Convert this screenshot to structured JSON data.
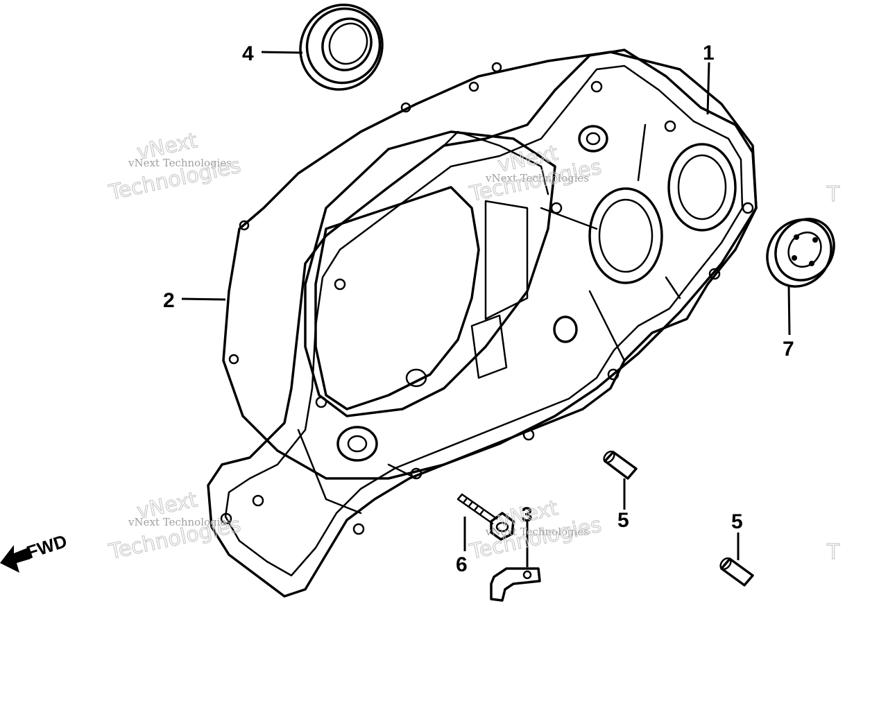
{
  "callouts": {
    "c1": "1",
    "c2": "2",
    "c3": "3",
    "c4": "4",
    "c5a": "5",
    "c5b": "5",
    "c6": "6",
    "c7": "7"
  },
  "direction_label": "FWD",
  "watermarks": {
    "small_1": "vNext Technologies",
    "small_2": "vNext Technologies",
    "small_3": "vNext Technologies",
    "small_4": "vNext Technologies",
    "big_1_line1": "vNext",
    "big_1_line2": "Technologies",
    "big_2_line1": "vNext",
    "big_2_line2": "Technologies",
    "big_3_line1": "vNext",
    "big_3_line2": "Technologies",
    "big_4_line1": "vNext",
    "big_4_line2": "Technologies",
    "edge_1": "T",
    "edge_2": "T"
  }
}
